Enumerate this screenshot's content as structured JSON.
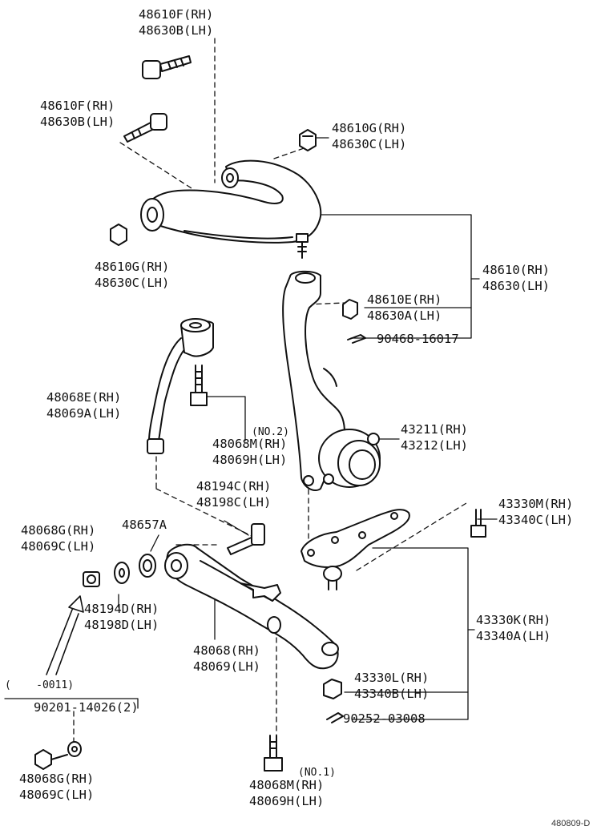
{
  "callouts": {
    "upper_bolt_top": [
      "48610F(RH)",
      "48630B(LH)"
    ],
    "upper_bolt_left": [
      "48610F(RH)",
      "48630B(LH)"
    ],
    "upper_nut_right": [
      "48610G(RH)",
      "48630C(LH)"
    ],
    "upper_nut_left": [
      "48610G(RH)",
      "48630C(LH)"
    ],
    "upper_arm": [
      "48610(RH)",
      "48630(LH)"
    ],
    "upper_ball_nut": [
      "48610E(RH)",
      "48630A(LH)"
    ],
    "upper_cotter_pin": "90468-16017",
    "strut_bar": [
      "48068E(RH)",
      "48069A(LH)"
    ],
    "strut_bolt_no2_tag": "(NO.2)",
    "strut_bolt_no2": [
      "48068M(RH)",
      "48069H(LH)"
    ],
    "knuckle": [
      "43211(RH)",
      "43212(LH)"
    ],
    "lower_bolt": [
      "48194C(RH)",
      "48198C(LH)"
    ],
    "bushing_retainer": "48657A",
    "strut_nut_left": [
      "48068G(RH)",
      "48069C(LH)"
    ],
    "lower_ball_bolt": [
      "43330M(RH)",
      "43340C(LH)"
    ],
    "lower_washer": [
      "48194D(RH)",
      "48198D(LH)"
    ],
    "lower_ball_joint": [
      "43330K(RH)",
      "43340A(LH)"
    ],
    "lower_arm": [
      "48068(RH)",
      "48069(LH)"
    ],
    "lower_ball_nut": [
      "43330L(RH)",
      "43340B(LH)"
    ],
    "production_range": "(    -0011)",
    "washer_part": "90201-14026(2)",
    "lower_cotter_pin": "90252-03008",
    "strut_nut_bottom": [
      "48068G(RH)",
      "48069C(LH)"
    ],
    "strut_bolt_no1_tag": "(NO.1)",
    "strut_bolt_no1": [
      "48068M(RH)",
      "48069H(LH)"
    ]
  },
  "figure_code": "480809-D",
  "icons": [
    "bolt-icon",
    "nut-icon",
    "washer-icon",
    "bushing-icon",
    "cotter-pin-icon",
    "arrow-icon"
  ],
  "colors": {
    "ink": "#111111",
    "paper": "#ffffff"
  }
}
